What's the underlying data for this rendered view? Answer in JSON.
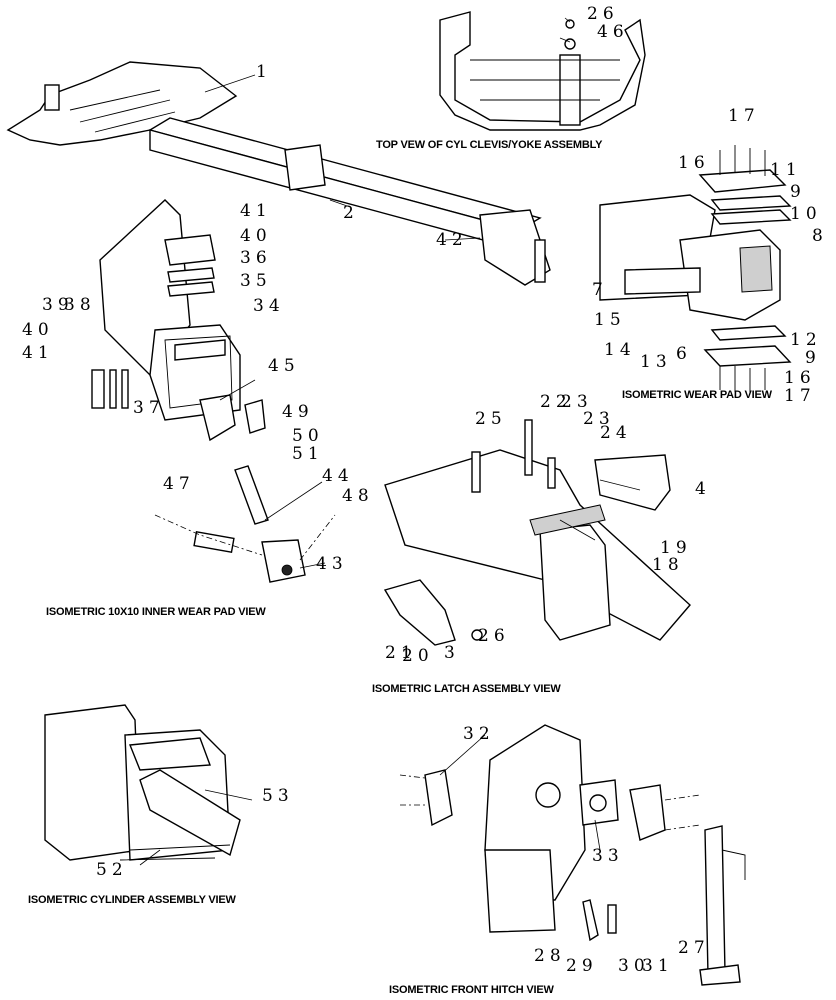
{
  "captions": {
    "top_view": "TOP VEW OF CYL CLEVIS/YOKE ASSEMBLY",
    "wear_pad": "ISOMETRIC WEAR PAD VIEW",
    "inner_pad": "ISOMETRIC 10X10 INNER WEAR PAD VIEW",
    "latch": "ISOMETRIC LATCH ASSEMBLY VIEW",
    "cylinder": "ISOMETRIC CYLINDER ASSEMBLY VIEW",
    "front_hitch": "ISOMETRIC FRONT HITCH VIEW"
  },
  "callouts": [
    "1",
    "2",
    "26",
    "46",
    "17",
    "16",
    "11",
    "9",
    "10",
    "8",
    "7",
    "15",
    "14",
    "13",
    "6",
    "12",
    "9",
    "16",
    "17",
    "41",
    "40",
    "36",
    "35",
    "34",
    "39",
    "38",
    "40",
    "41",
    "37",
    "45",
    "49",
    "50",
    "51",
    "47",
    "44",
    "48",
    "43",
    "42",
    "25",
    "22",
    "23",
    "23",
    "24",
    "4",
    "19",
    "18",
    "21",
    "20",
    "3",
    "26",
    "32",
    "33",
    "53",
    "52",
    "28",
    "29",
    "30",
    "31",
    "27"
  ]
}
